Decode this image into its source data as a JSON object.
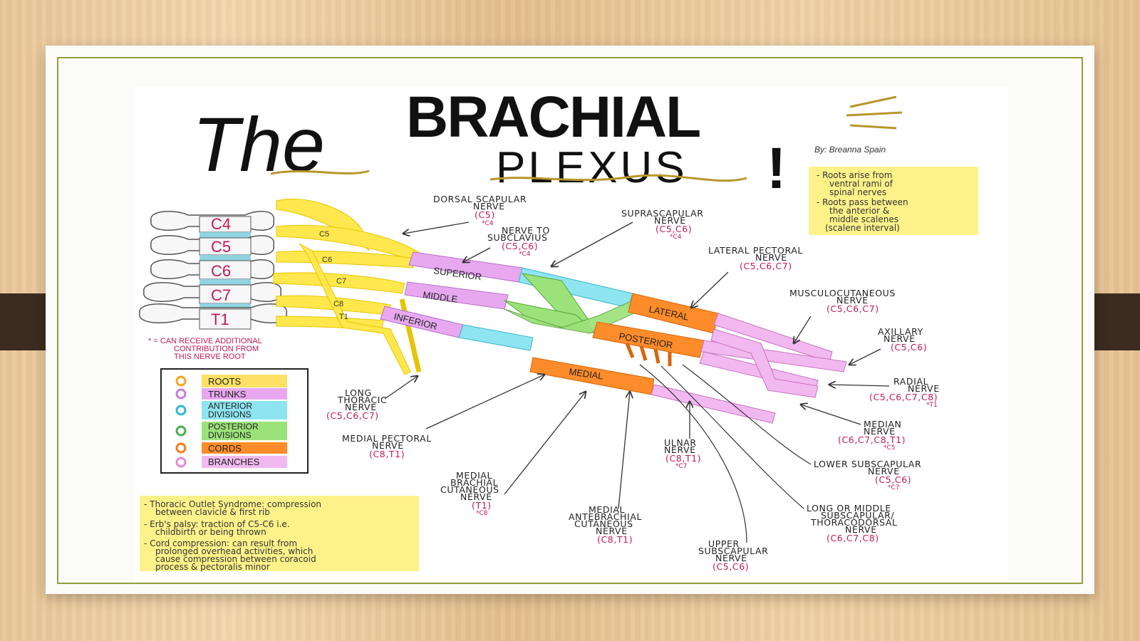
{
  "title": {
    "the": "The",
    "brachial": "BRACHIAL",
    "plexus": "PLEXUS",
    "exclaim": "!",
    "author": "By: Breanna Spain"
  },
  "roots_note": [
    "- Roots arise from",
    "ventral rami of",
    "spinal nerves",
    "- Roots pass between",
    "the anterior &",
    "middle scalenes",
    "(scalene interval)"
  ],
  "vertebrae": [
    "C4",
    "C5",
    "C6",
    "C7",
    "T1"
  ],
  "small_root_labels": [
    "C5",
    "C6",
    "C7",
    "C8",
    "T1"
  ],
  "trunks": [
    "SUPERIOR",
    "MIDDLE",
    "INFERIOR"
  ],
  "cords": [
    "LATERAL",
    "POSTERIOR",
    "MEDIAL"
  ],
  "asterisk_note": [
    "* = CAN RECEIVE ADDITIONAL",
    "CONTRIBUTION FROM",
    "THIS NERVE ROOT"
  ],
  "legend": [
    {
      "label": "ROOTS",
      "color": "#f5a623",
      "fill": "#ffe066"
    },
    {
      "label": "TRUNKS",
      "color": "#c77ddb",
      "fill": "#e7a8f0"
    },
    {
      "label": "ANTERIOR DIVISIONS",
      "color": "#2bbcd4",
      "fill": "#8ee4f0"
    },
    {
      "label": "POSTERIOR DIVISIONS",
      "color": "#4caf50",
      "fill": "#9be27a"
    },
    {
      "label": "CORDS",
      "color": "#ff7a1a",
      "fill": "#ff8c2a"
    },
    {
      "label": "BRANCHES",
      "color": "#e58ad8",
      "fill": "#f2b8f0"
    }
  ],
  "legend_lines": [
    [
      "ROOTS"
    ],
    [
      "TRUNKS"
    ],
    [
      "ANTERIOR",
      "DIVISIONS"
    ],
    [
      "POSTERIOR",
      "DIVISIONS"
    ],
    [
      "CORDS"
    ],
    [
      "BRANCHES"
    ]
  ],
  "nerves": {
    "dorsal_scapular": {
      "name": [
        "DORSAL SCAPULAR",
        "NERVE"
      ],
      "roots": "(C5)",
      "star": "*C4"
    },
    "subclavius": {
      "name": [
        "NERVE TO",
        "SUBCLAVIUS"
      ],
      "roots": "(C5,C6)",
      "star": "*C4"
    },
    "suprascapular": {
      "name": [
        "SUPRASCAPULAR",
        "NERVE"
      ],
      "roots": "(C5,C6)",
      "star": "*C4"
    },
    "lateral_pectoral": {
      "name": [
        "LATERAL PECTORAL",
        "NERVE"
      ],
      "roots": "(C5,C6,C7)",
      "star": ""
    },
    "musculocutaneous": {
      "name": [
        "MUSCULOCUTANEOUS",
        "NERVE"
      ],
      "roots": "(C5,C6,C7)",
      "star": ""
    },
    "axillary": {
      "name": [
        "AXILLARY",
        "NERVE"
      ],
      "roots": "(C5,C6)",
      "star": ""
    },
    "radial": {
      "name": [
        "RADIAL",
        "NERVE"
      ],
      "roots": "(C5,C6,C7,C8)",
      "star": "*T1"
    },
    "median": {
      "name": [
        "MEDIAN",
        "NERVE"
      ],
      "roots": "(C6,C7,C8,T1)",
      "star": "*C5"
    },
    "lower_subscapular": {
      "name": [
        "LOWER SUBSCAPULAR",
        "NERVE"
      ],
      "roots": "(C5,C6)",
      "star": "*C7"
    },
    "thoracodorsal": {
      "name": [
        "LONG OR MIDDLE",
        "SUBSCAPULAR/",
        "THORACODORSAL",
        "NERVE"
      ],
      "roots": "(C6,C7,C8)",
      "star": ""
    },
    "upper_subscapular": {
      "name": [
        "UPPER",
        "SUBSCAPULAR",
        "NERVE"
      ],
      "roots": "(C5,C6)",
      "star": ""
    },
    "ulnar": {
      "name": [
        "ULNAR",
        "NERVE"
      ],
      "roots": "(C8,T1)",
      "star": "*C7"
    },
    "medial_antebrachial": {
      "name": [
        "MEDIAL",
        "ANTEBRACHIAL",
        "CUTANEOUS",
        "NERVE"
      ],
      "roots": "(C8,T1)",
      "star": ""
    },
    "medial_brachial": {
      "name": [
        "MEDIAL",
        "BRACHIAL",
        "CUTANEOUS",
        "NERVE"
      ],
      "roots": "(T1)",
      "star": "*C8"
    },
    "medial_pectoral": {
      "name": [
        "MEDIAL PECTORAL",
        "NERVE"
      ],
      "roots": "(C8,T1)",
      "star": ""
    },
    "long_thoracic": {
      "name": [
        "LONG",
        "THORACIC",
        "NERVE"
      ],
      "roots": "(C5,C6,C7)",
      "star": ""
    }
  },
  "clinical_notes": [
    "- Thoracic Outlet Syndrome: compression",
    "between clavicle & first rib",
    "- Erb's palsy: traction of C5-C6 i.e.",
    "childbirth or being thrown",
    "- Cord compression: can result from",
    "prolonged overhead activities, which",
    "cause compression between coracoid",
    "process & pectoralis minor"
  ]
}
